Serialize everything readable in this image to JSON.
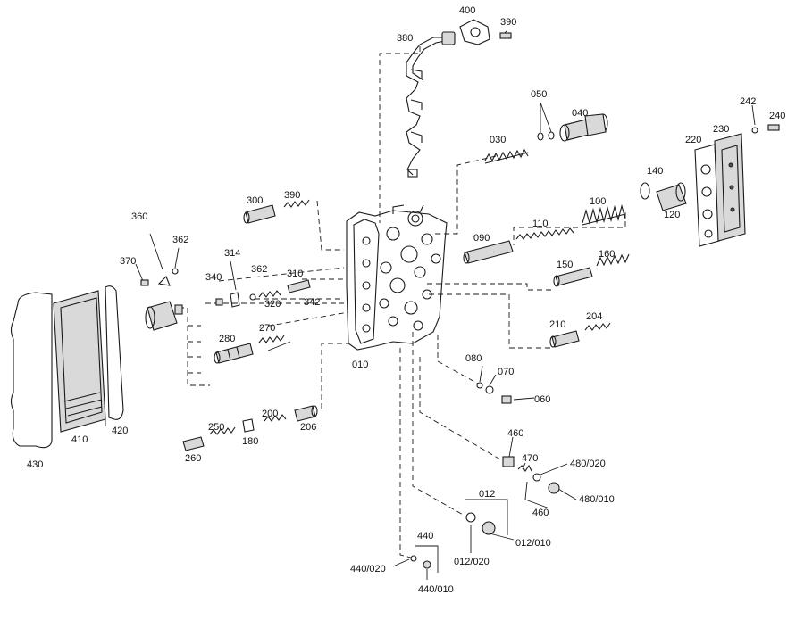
{
  "labels": {
    "p400": "400",
    "p390a": "390",
    "p380": "380",
    "p050": "050",
    "p040": "040",
    "p030": "030",
    "p242": "242",
    "p240": "240",
    "p230": "230",
    "p220": "220",
    "p140": "140",
    "p120": "120",
    "p100": "100",
    "p110": "110",
    "p090": "090",
    "p300": "300",
    "p390b": "390",
    "p360": "360",
    "p362a": "362",
    "p314": "314",
    "p370": "370",
    "p340": "340",
    "p362b": "362",
    "p310": "310",
    "p320": "320",
    "p342": "342",
    "p150": "150",
    "p160": "160",
    "p280": "280",
    "p270": "270",
    "p210": "210",
    "p204": "204",
    "p010": "010",
    "p080": "080",
    "p070": "070",
    "p060": "060",
    "p200": "200",
    "p206": "206",
    "p250": "250",
    "p180": "180",
    "p260": "260",
    "p410": "410",
    "p420": "420",
    "p430": "430",
    "p460a": "460",
    "p470": "470",
    "p480_020": "480/020",
    "p480_010": "480/010",
    "p460b": "460",
    "p012": "012",
    "p012_010": "012/010",
    "p012_020": "012/020",
    "p440": "440",
    "p440_020": "440/020",
    "p440_010": "440/010"
  }
}
